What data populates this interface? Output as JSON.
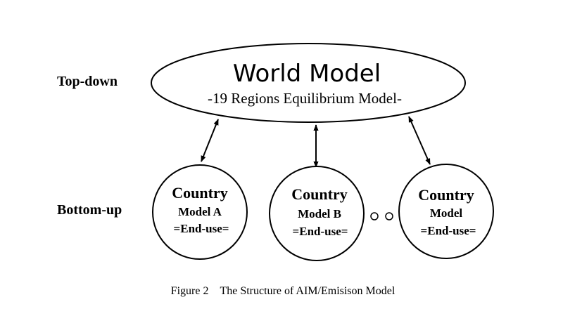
{
  "levels": {
    "top": "Top-down",
    "bottom": "Bottom-up"
  },
  "world_model": {
    "title": "World Model",
    "subtitle": "-19 Regions Equilibrium Model-"
  },
  "country_models": [
    {
      "title": "Country",
      "line1": "Model A",
      "line2": "=End-use="
    },
    {
      "title": "Country",
      "line1": "Model B",
      "line2": "=End-use="
    },
    {
      "title": "Country",
      "line1": "Model",
      "line2": "=End-use="
    }
  ],
  "caption": "Figure 2    The Structure of AIM/Emisison Model",
  "colors": {
    "stroke": "#000000",
    "background": "#ffffff"
  }
}
